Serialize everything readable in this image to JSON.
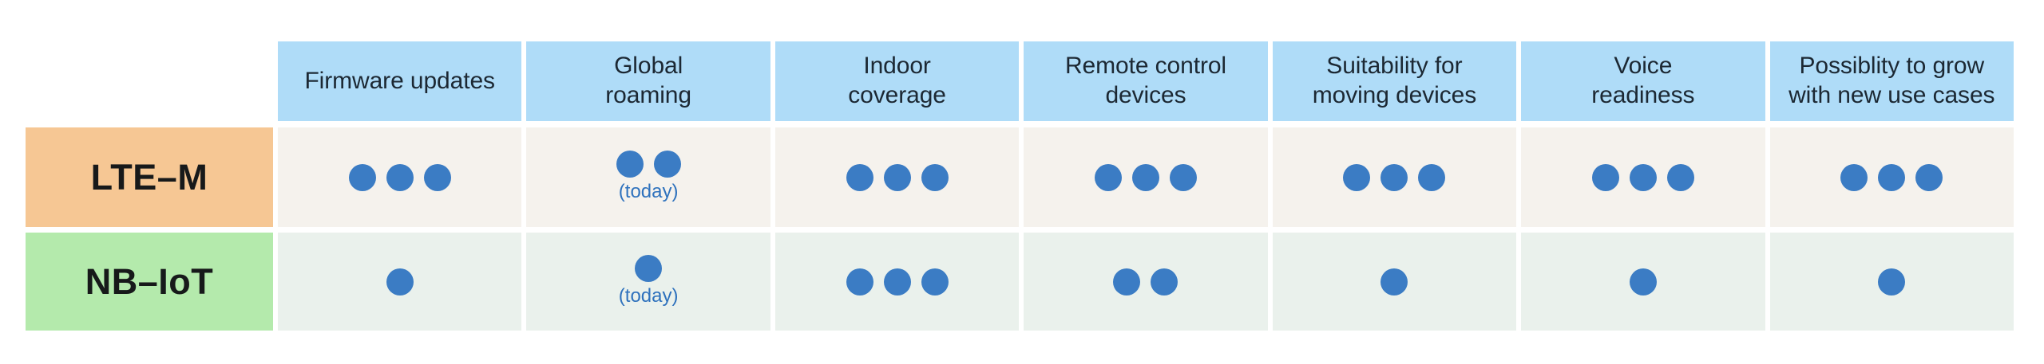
{
  "chart_data": {
    "type": "table",
    "title": "",
    "column_header_label": "",
    "categories": [
      "Firmware updates",
      "Global\nroaming",
      "Indoor\ncoverage",
      "Remote control\ndevices",
      "Suitability for\nmoving devices",
      "Voice\nreadiness",
      "Possiblity to grow\nwith new use cases"
    ],
    "series": [
      {
        "name": "LTE–M",
        "values": [
          3,
          2,
          3,
          3,
          3,
          3,
          3
        ]
      },
      {
        "name": "NB–IoT",
        "values": [
          1,
          1,
          3,
          2,
          1,
          1,
          1
        ]
      }
    ],
    "rating_scale": [
      0,
      3
    ],
    "rating_glyph": "filled-circle",
    "annotations": [
      {
        "row": "LTE–M",
        "column": "Global\nroaming",
        "text": "(today)"
      },
      {
        "row": "NB–IoT",
        "column": "Global\nroaming",
        "text": "(today)"
      }
    ],
    "legend": [],
    "grid": false
  },
  "table": {
    "headers": [
      {
        "id": "firmware-updates",
        "line1": "Firmware updates",
        "line2": ""
      },
      {
        "id": "global-roaming",
        "line1": "Global",
        "line2": "roaming"
      },
      {
        "id": "indoor-coverage",
        "line1": "Indoor",
        "line2": "coverage"
      },
      {
        "id": "remote-control-devices",
        "line1": "Remote control",
        "line2": "devices"
      },
      {
        "id": "suitability-moving-devices",
        "line1": "Suitability for",
        "line2": "moving devices"
      },
      {
        "id": "voice-readiness",
        "line1": "Voice",
        "line2": "readiness"
      },
      {
        "id": "possiblity-to-grow",
        "line1": "Possiblity to grow",
        "line2": "with new use cases"
      }
    ],
    "rows": [
      {
        "id": "lte-m",
        "label": "LTE–M",
        "cells": [
          {
            "dots": 3,
            "note": ""
          },
          {
            "dots": 2,
            "note": "(today)"
          },
          {
            "dots": 3,
            "note": ""
          },
          {
            "dots": 3,
            "note": ""
          },
          {
            "dots": 3,
            "note": ""
          },
          {
            "dots": 3,
            "note": ""
          },
          {
            "dots": 3,
            "note": ""
          }
        ]
      },
      {
        "id": "nb-iot",
        "label": "NB–IoT",
        "cells": [
          {
            "dots": 1,
            "note": ""
          },
          {
            "dots": 1,
            "note": "(today)"
          },
          {
            "dots": 3,
            "note": ""
          },
          {
            "dots": 2,
            "note": ""
          },
          {
            "dots": 1,
            "note": ""
          },
          {
            "dots": 1,
            "note": ""
          },
          {
            "dots": 1,
            "note": ""
          }
        ]
      }
    ]
  },
  "colors": {
    "header_background": "#afdcf8",
    "row_ltem_background": "#f6c794",
    "row_nbiot_background": "#b4eaac",
    "cell_ltem_background": "#f5f2ed",
    "cell_nbiot_background": "#eaf1ec",
    "dot": "#3b7cc4",
    "note_text": "#2f72bd",
    "header_text": "#1c2833",
    "row_label_text": "#17191a",
    "page_background": "#ffffff"
  }
}
